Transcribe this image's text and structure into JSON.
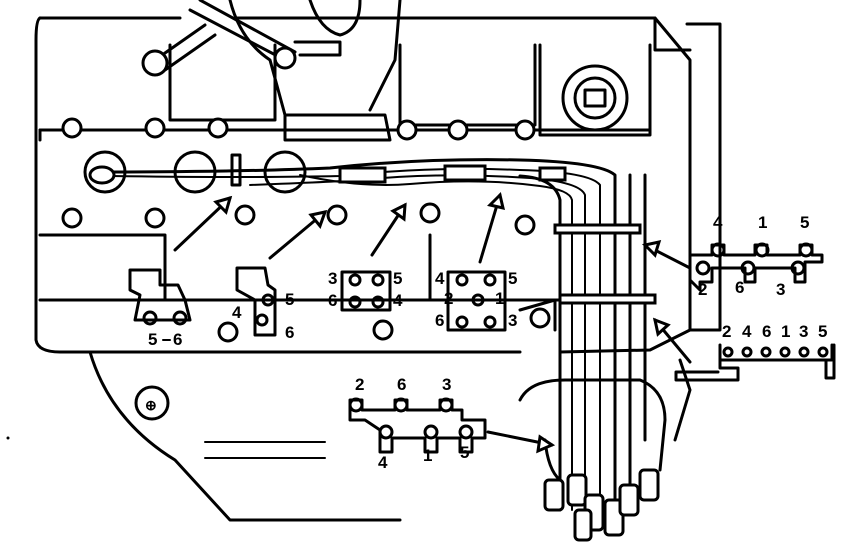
{
  "diagram": {
    "labels": {
      "clip_left": [
        "5",
        "6"
      ],
      "clip_b": [
        "4",
        "5",
        "6"
      ],
      "clip_c": [
        "3",
        "5",
        "6",
        "4"
      ],
      "clip_d": [
        "4",
        "5",
        "2",
        "1",
        "6",
        "3"
      ],
      "bracket_right": [
        "4",
        "1",
        "5",
        "2",
        "6",
        "3"
      ],
      "distributor_strip": [
        "2",
        "4",
        "6",
        "1",
        "3",
        "5"
      ],
      "clip_bottom": [
        "2",
        "6",
        "3",
        "4",
        "1",
        "5"
      ]
    },
    "colors": {
      "line": "#000000",
      "background": "#ffffff"
    }
  }
}
